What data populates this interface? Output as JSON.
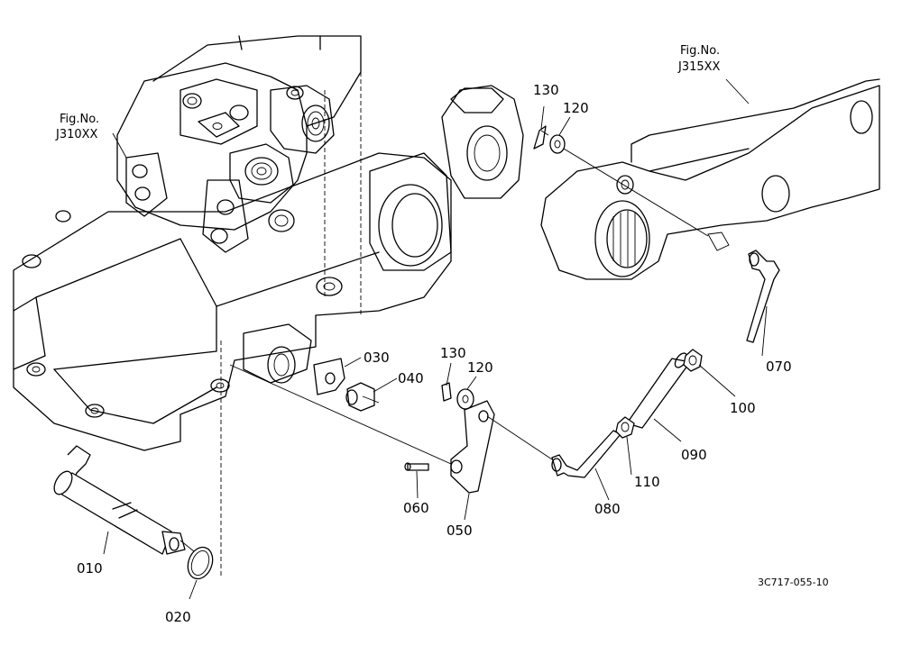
{
  "fig_refs": [
    {
      "id": "left",
      "line1": "Fig.No.",
      "line2": "J310XX"
    },
    {
      "id": "right",
      "line1": "Fig.No.",
      "line2": "J315XX"
    }
  ],
  "parts": {
    "p010": "010",
    "p020": "020",
    "p030": "030",
    "p040": "040",
    "p050": "050",
    "p060": "060",
    "p070": "070",
    "p080": "080",
    "p090": "090",
    "p100": "100",
    "p110": "110",
    "p120a": "120",
    "p130a": "130",
    "p120b": "120",
    "p130b": "130"
  },
  "drawing_code": "3C717-055-10"
}
